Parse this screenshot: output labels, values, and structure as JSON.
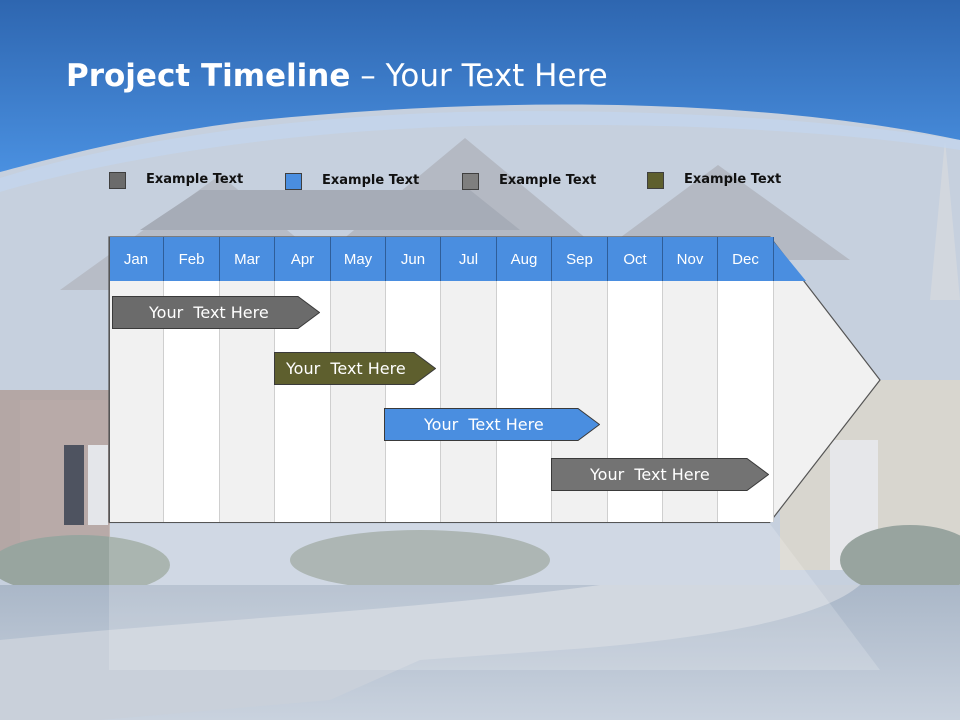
{
  "slide": {
    "title_bold": "Project Timeline",
    "title_rest": " – Your Text Here"
  },
  "colors": {
    "sky_blue": "#3d7fcf",
    "month_header": "#4a8ee0",
    "gray_task": "#6b6b6b",
    "olive_task": "#5e5f2e",
    "blue_task": "#4a8ee0",
    "light_gray_task": "#7a7a7a"
  },
  "legend": [
    {
      "label": "Example Text",
      "color": "#6b6b6b"
    },
    {
      "label": "Example Text",
      "color": "#4a8ee0"
    },
    {
      "label": "Example Text",
      "color": "#7f7f7f"
    },
    {
      "label": "Example Text",
      "color": "#5e5f2e"
    }
  ],
  "months": [
    "Jan",
    "Feb",
    "Mar",
    "Apr",
    "May",
    "Jun",
    "Jul",
    "Aug",
    "Sep",
    "Oct",
    "Nov",
    "Dec"
  ],
  "tasks": [
    {
      "label": "Your  Text Here",
      "color": "#6b6b6b",
      "start_month": "Jan",
      "end_month": "Apr"
    },
    {
      "label": "Your  Text Here",
      "color": "#5e5f2e",
      "start_month": "Apr",
      "end_month": "Jun"
    },
    {
      "label": "Your  Text Here",
      "color": "#4a8ee0",
      "start_month": "Jun",
      "end_month": "Sep"
    },
    {
      "label": "Your  Text Here",
      "color": "#737373",
      "start_month": "Sep",
      "end_month": "Dec"
    }
  ]
}
